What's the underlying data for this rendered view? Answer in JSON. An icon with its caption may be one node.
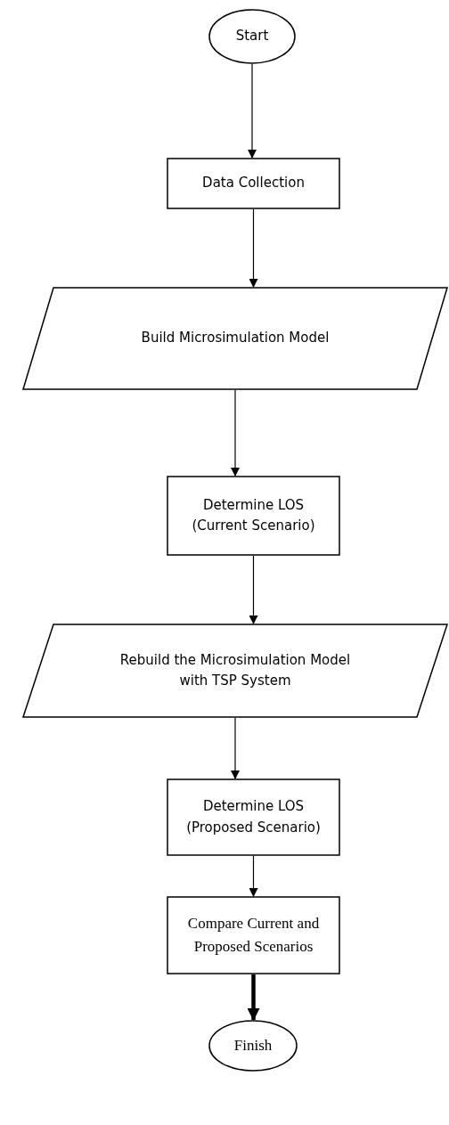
{
  "diagram": {
    "nodes": [
      {
        "text": [
          "Start"
        ]
      },
      {
        "text": [
          "Data Collection"
        ]
      },
      {
        "text": [
          "Build Microsimulation Model"
        ]
      },
      {
        "text": [
          "Determine LOS (Current Scenario)"
        ]
      },
      {
        "text": [
          "Rebuild the Microsimulation Model with TSP System"
        ]
      },
      {
        "text": [
          "Determine LOS (Proposed Scenario)"
        ]
      },
      {
        "text": [
          "Compare Current and Proposed Scenarios"
        ]
      },
      {
        "text": [
          "Finish"
        ]
      }
    ],
    "edges": [
      {
        "from": 0,
        "to": 1,
        "arrow": "to"
      },
      {
        "from": 1,
        "to": 2,
        "arrow": "to"
      },
      {
        "from": 2,
        "to": 3,
        "arrow": "to"
      },
      {
        "from": 3,
        "to": 4,
        "arrow": "to"
      },
      {
        "from": 4,
        "to": 5,
        "arrow": "to"
      },
      {
        "from": 5,
        "to": 6,
        "arrow": "to"
      },
      {
        "from": 6,
        "to": 7,
        "arrow": "to",
        "style": "thick"
      }
    ]
  }
}
